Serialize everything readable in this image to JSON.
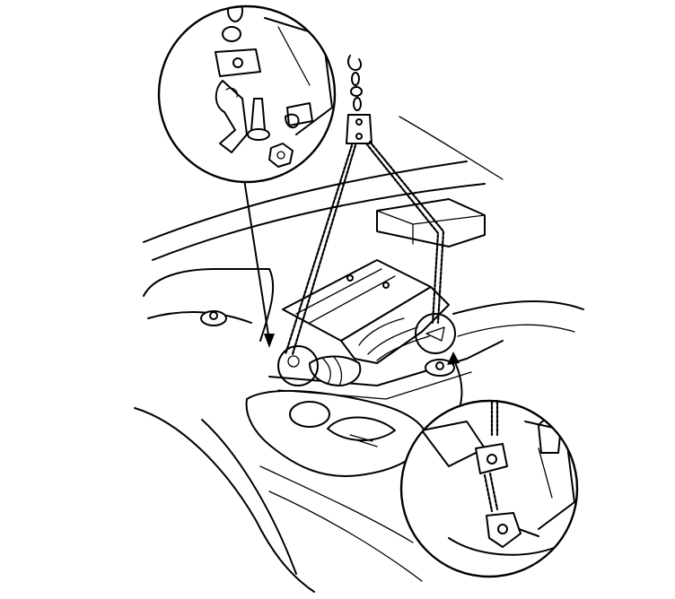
{
  "figure": {
    "subject": "engine-lifting-chain-hoist-illustration",
    "colors": {
      "line": "#000000",
      "background": "#ffffff"
    },
    "callouts": [
      {
        "name": "callout-top-left-lift-bracket",
        "position": "top-left"
      },
      {
        "name": "callout-bottom-right-lift-bracket",
        "position": "bottom-right"
      }
    ]
  }
}
